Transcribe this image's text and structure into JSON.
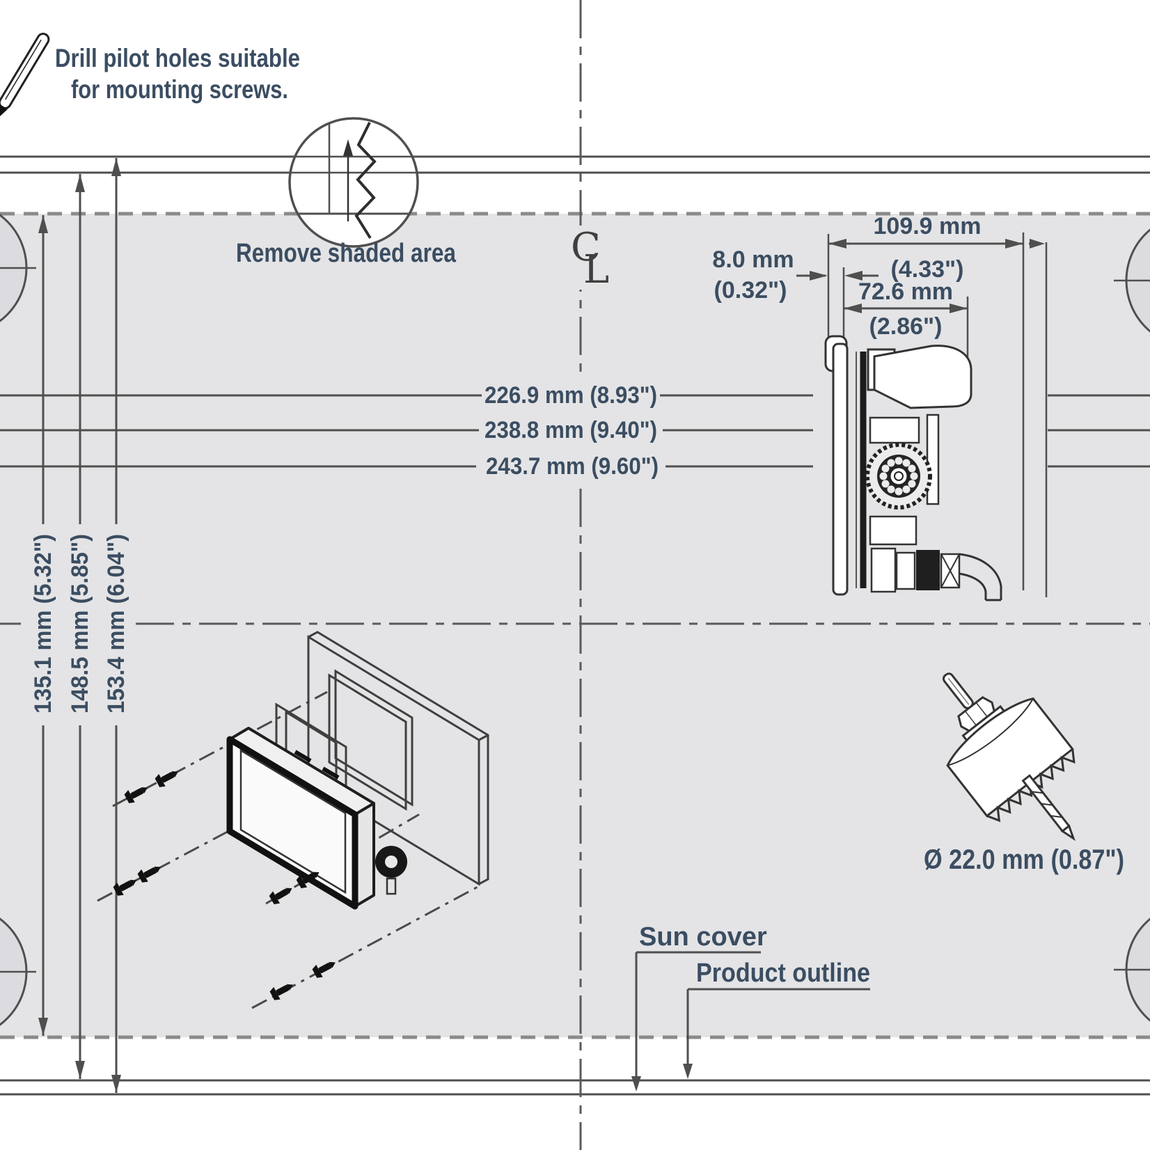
{
  "colors": {
    "background": "#ffffff",
    "shaded_area": "#e4e4e6",
    "corner_circle_fill": "#dcdce0",
    "line": "#4f4f4f",
    "dashed_line": "#8a8a8a",
    "text": "#3b4d61",
    "dark_fill": "#161616"
  },
  "notes": {
    "drill_note_line1": "Drill pilot holes suitable",
    "drill_note_line2": "for mounting screws.",
    "remove_shaded_area": "Remove shaded area"
  },
  "centerline": {
    "c": "C",
    "l": "L"
  },
  "width_dimensions": [
    {
      "label": "226.9 mm (8.93\")"
    },
    {
      "label": "238.8 mm (9.40\")"
    },
    {
      "label": "243.7 mm (9.60\")"
    }
  ],
  "height_dimensions": [
    {
      "label": "135.1 mm (5.32\")"
    },
    {
      "label": "148.5 mm (5.85\")"
    },
    {
      "label": "153.4 mm (6.04\")"
    }
  ],
  "side_view_dimensions": {
    "overall_width_mm": "109.9 mm",
    "overall_width_in": "(4.33\")",
    "flange_depth_mm": "8.0 mm",
    "flange_depth_in": "(0.32\")",
    "behind_dash_mm": "72.6 mm",
    "behind_dash_in": "(2.86\")"
  },
  "callouts": {
    "sun_cover": "Sun cover",
    "product_outline": "Product outline",
    "hole_saw_diameter": "Ø 22.0 mm (0.87\")"
  }
}
